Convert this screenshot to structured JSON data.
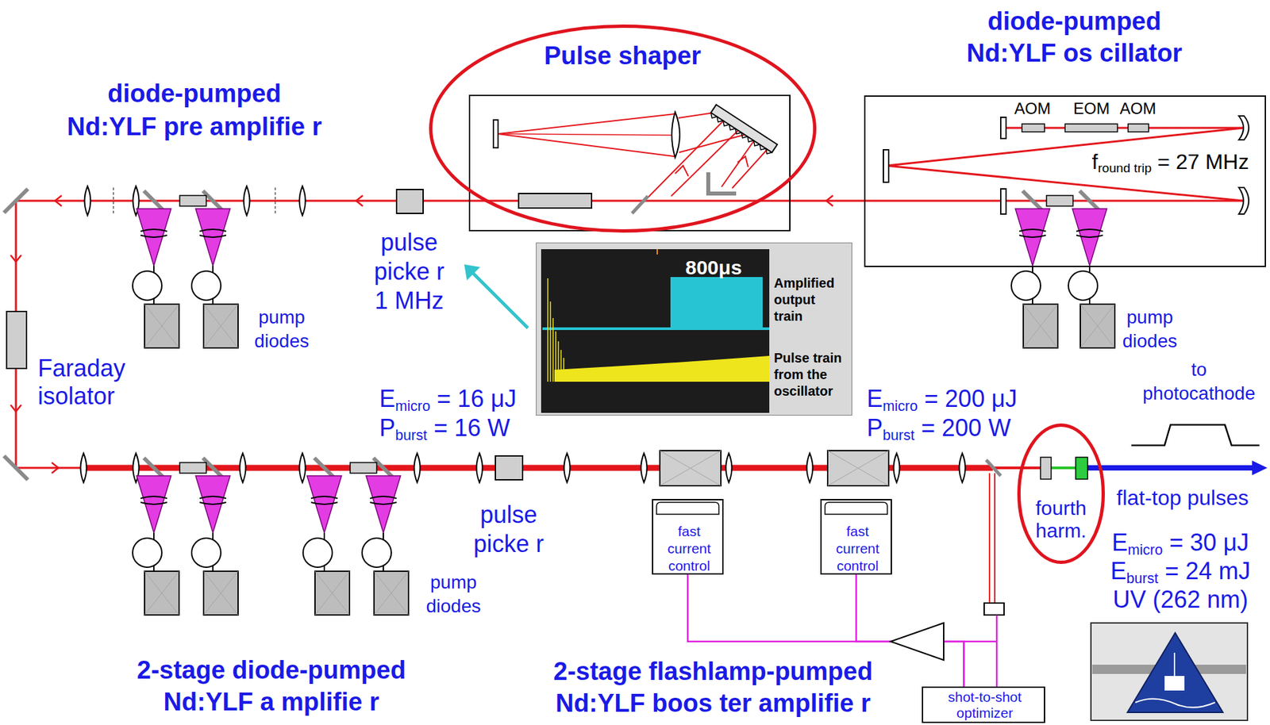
{
  "diagram": {
    "nodes": [
      {
        "text": [
          "Pulse shaper"
        ]
      },
      {
        "text": [
          "diode-pumped Nd:YLF os cillator"
        ]
      },
      {
        "text": [
          "800μs",
          "Amplified output train",
          "Pulse train from the oscillator"
        ]
      },
      {
        "text": [
          "fast current control"
        ]
      },
      {
        "text": [
          "fast current control"
        ]
      },
      {
        "text": [
          "fourth harm."
        ]
      },
      {
        "text": [
          "shot-to-shot optimizer"
        ]
      }
    ],
    "edges": [
      {
        "from": 6,
        "to": 3,
        "arrow": "none"
      },
      {
        "from": 6,
        "to": 4,
        "arrow": "none"
      }
    ],
    "labels": [
      "diode-pumped Nd:YLF pre amplifie r",
      "AOM",
      "EOM",
      "AOM",
      "fround trip = 27 MHz",
      "pulse picke r 1 MHz",
      "pump diodes",
      "pump diodes",
      "Faraday isolator",
      "Emicro = 16 μJ",
      "Pburst = 16 W",
      "Emicro = 200 μJ",
      "Pburst = 200 W",
      "to photocathode",
      "flat-top pulses",
      "pulse picke r",
      "pump diodes",
      "Emicro = 30 μJ",
      "Eburst = 24 mJ",
      "UV (262 nm)",
      "2-stage diode-pumped Nd:YLF a mplifie r",
      "2-stage flashlamp-pumped Nd:YLF boos ter amplifie r"
    ]
  }
}
